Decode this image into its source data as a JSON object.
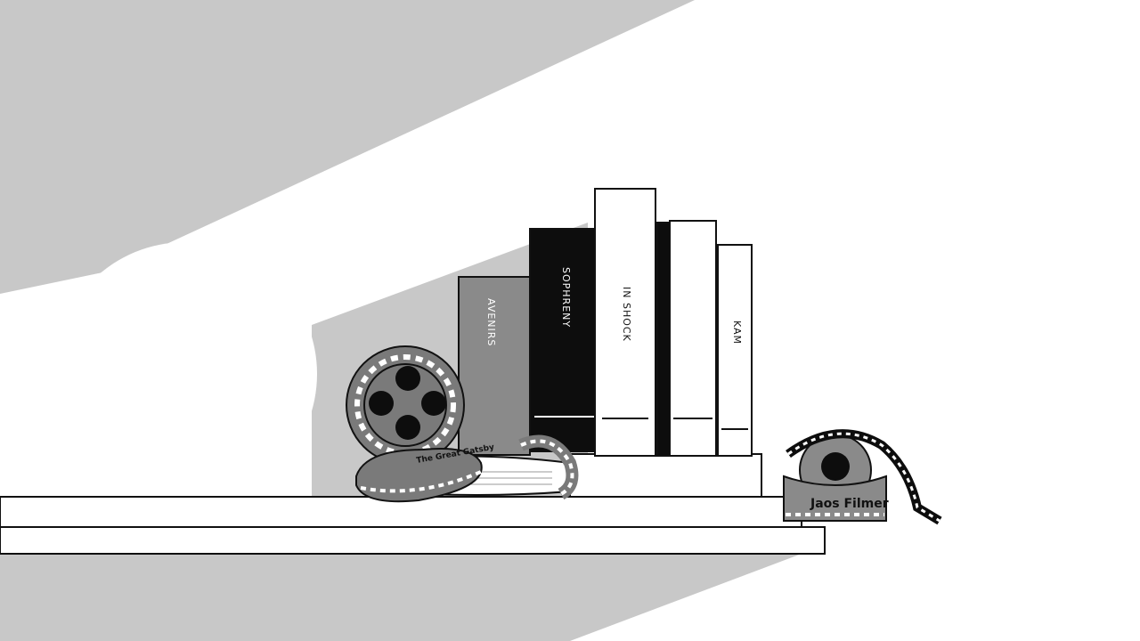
{
  "colors": {
    "background": "#ffffff",
    "shadow": "#c8c8c8",
    "ink": "#111111",
    "book_gray": "#8a8a8a",
    "book_black": "#0d0d0d",
    "book_white": "#ffffff",
    "reel_gray": "#7a7a7a"
  },
  "books": [
    {
      "spine": "AVENIRS",
      "color": "book_gray"
    },
    {
      "spine": "SOPHRENY",
      "color": "book_black"
    },
    {
      "spine": "IN SHOCK",
      "color": "book_white"
    },
    {
      "spine": "",
      "color": "book_white"
    },
    {
      "spine": "KAM",
      "color": "book_white"
    }
  ],
  "film_labels": {
    "front_reel": "The Great Gatsby",
    "right_reel": "Jaos Filmer"
  },
  "icons": [
    "film-reel-icon",
    "film-strip-icon",
    "open-book-icon"
  ]
}
